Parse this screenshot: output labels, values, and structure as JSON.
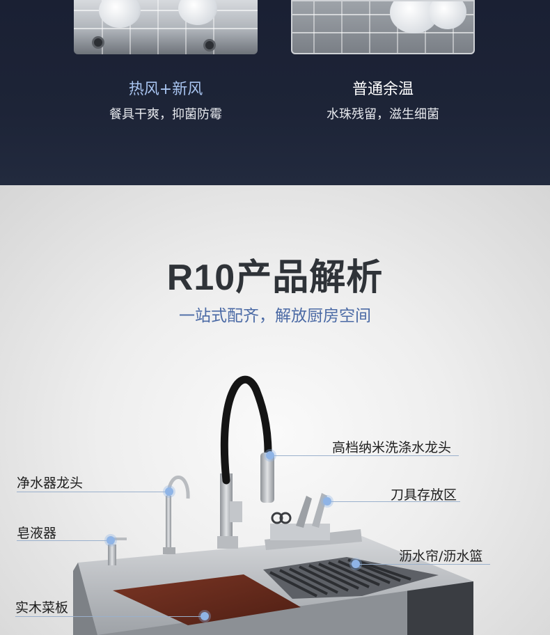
{
  "features": [
    {
      "title": "热风+新风",
      "subtitle": "餐具干爽，抑菌防霉"
    },
    {
      "title": "普通余温",
      "subtitle": "水珠残留，滋生细菌"
    }
  ],
  "section": {
    "title": "R10产品解析",
    "subtitle": "一站式配齐，解放厨房空间"
  },
  "callouts": {
    "faucet": "高档纳米洗涤水龙头",
    "purifier": "净水器龙头",
    "knife_holder": "刀具存放区",
    "soap": "皂液器",
    "drain": "沥水帘/沥水篮",
    "board": "实木菜板"
  },
  "colors": {
    "dark_bg": "#1d2437",
    "accent_blue_text": "#a8c4f0",
    "subtitle_blue": "#4b6aa5",
    "callout_dot": "#8fb4e6"
  }
}
